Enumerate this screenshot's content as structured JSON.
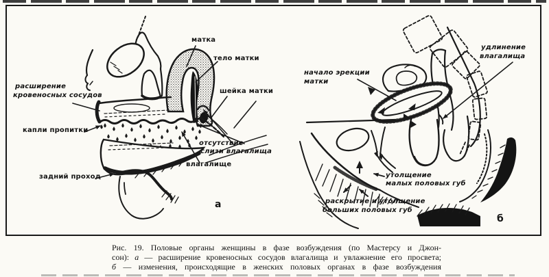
{
  "figure": {
    "panel_a": {
      "letter": "а",
      "labels": {
        "matka": "матка",
        "telo_matki": "тело матки",
        "sheyka_matki": "шейка матки",
        "rasshirenie_line1": "расширение",
        "rasshirenie_line2": "кровеносных сосудов",
        "kapli_propitki": "капли пропитки",
        "zadniy_prokhod": "задний проход",
        "otsutstvie_line1": "отсутствие",
        "otsutstvie_line2": "слизи влагалища",
        "vlagalishche": "влагалище"
      }
    },
    "panel_b": {
      "letter": "б",
      "labels": {
        "nachalo_line1": "начало эрекции",
        "nachalo_line2": "матки",
        "udlinenie_line1": "удлинение",
        "udlinenie_line2": "влагалища",
        "utolshchenie_line1": "утолщение",
        "utolshchenie_line2": "малых половых губ",
        "raskrytie_line1": "раскрытие и утолщение",
        "raskrytie_line2": "больших половых губ"
      }
    }
  },
  "caption": {
    "line1": "Рис. 19. Половые органы женщины в фазе возбуждения (по Мастерсу и Джон-",
    "line2_pre": "сон): ",
    "line2_em": "а",
    "line2_post": " — расширение кровеносных сосудов влагалища и увлажнение его просвета;",
    "line3_em": "б",
    "line3_post": " — изменения, происходящие в женских половых органах в фазе возбуждения"
  },
  "colors": {
    "ink": "#1a1a1a",
    "paper": "#fbfaf5"
  }
}
